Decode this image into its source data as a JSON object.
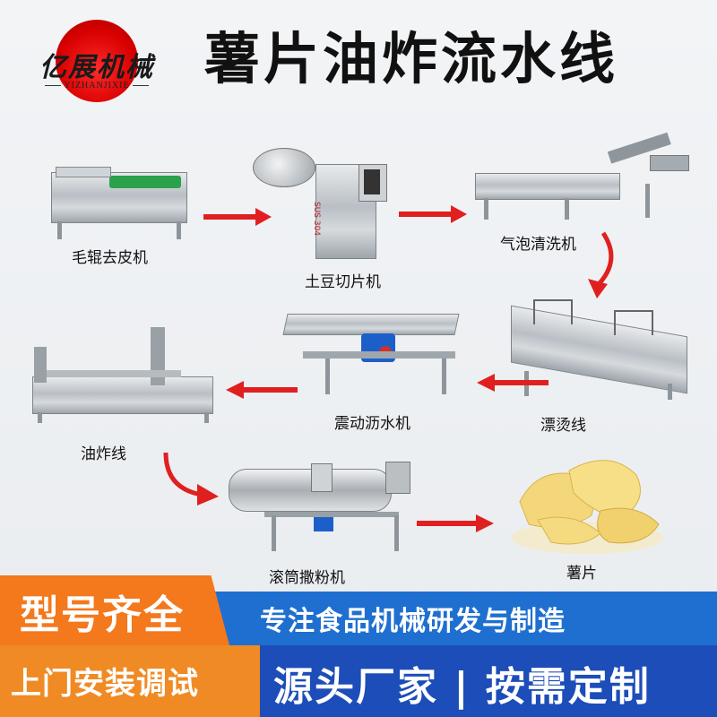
{
  "brand": {
    "name": "亿展机械",
    "sub": "YIZHANJIXIE"
  },
  "title": "薯片油炸流水线",
  "machines": [
    {
      "label": "毛辊去皮机"
    },
    {
      "label": "土豆切片机"
    },
    {
      "label": "气泡清洗机"
    },
    {
      "label": "漂烫线"
    },
    {
      "label": "震动沥水机"
    },
    {
      "label": "油炸线"
    },
    {
      "label": "滚筒撒粉机"
    },
    {
      "label": "薯片"
    }
  ],
  "slicer_plate": "SUS 304",
  "banner": {
    "models": "型号齐全",
    "install": "上门安装调试",
    "focus": "专注食品机械研发与制造",
    "source": "源头厂家 | 按需定制"
  },
  "colors": {
    "arrow": "#e02020",
    "blue_light": "#1f6fd0",
    "blue_dark": "#1c4db8",
    "orange": "#f4781c",
    "logo_red": "#d80000"
  }
}
